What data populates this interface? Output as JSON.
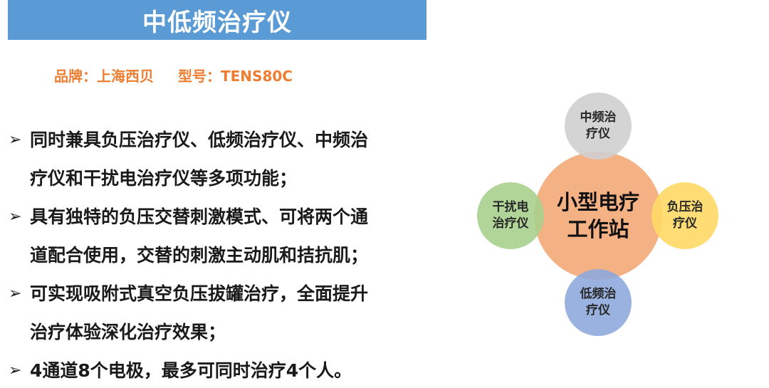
{
  "title": "中低频治疗仪",
  "brand": {
    "brand_label": "品牌：上海西贝",
    "model_label": "型号：TENS80C"
  },
  "bullets": [
    {
      "lines": [
        "同时兼具负压治疗仪、低频治疗仪、中频治",
        "疗仪和干扰电治疗仪等多项功能；"
      ]
    },
    {
      "lines": [
        "具有独特的负压交替刺激模式、可将两个通",
        "道配合使用，交替的刺激主动肌和拮抗肌；"
      ]
    },
    {
      "lines": [
        "可实现吸附式真空负压拔罐治疗，全面提升",
        "治疗体验深化治疗效果；"
      ]
    },
    {
      "lines": [
        "4通道8个电极，最多可同时治疗4个人。"
      ]
    }
  ],
  "diagram": {
    "center": {
      "line1": "小型电疗",
      "line2": "工作站",
      "color": "#f4b183"
    },
    "top": {
      "line1": "中频治",
      "line2": "疗仪",
      "color": "#d0d0d0"
    },
    "right": {
      "line1": "负压治",
      "line2": "疗仪",
      "color": "#ffd966"
    },
    "bottom": {
      "line1": "低频治",
      "line2": "疗仪",
      "color": "#8faadc"
    },
    "left": {
      "line1": "干扰电",
      "line2": "治疗仪",
      "color": "#a9d18e"
    }
  },
  "colors": {
    "title_bar": "#5b9bd5",
    "brand_text": "#ed7d31"
  },
  "bullet_icon": "arrowhead-bullet-icon"
}
